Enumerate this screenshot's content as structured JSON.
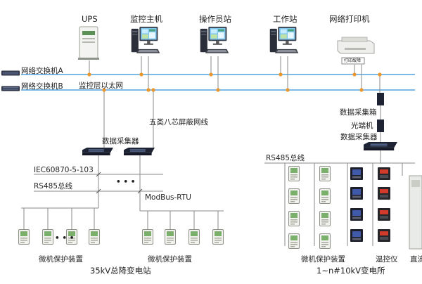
{
  "top_devices": {
    "ups": "UPS",
    "monitor_host": "监控主机",
    "operator_station": "操作员站",
    "workstation": "工作站",
    "network_printer": "网络打印机",
    "printer_sticker": "打印故障"
  },
  "network": {
    "switch_a": "网络交换机A",
    "switch_b": "网络交换机B",
    "ethernet": "监控层以太网",
    "cable": "五类八芯屏蔽网线"
  },
  "left_substation": {
    "collector": "数据采集器",
    "protocol_iec": "IEC60870-5-103",
    "rs485": "RS485总线",
    "modbus": "ModBus-RTU",
    "ellipsis_mid": "• • •",
    "ellipsis_dev": "• • •",
    "protection_a": "微机保护装置",
    "protection_b": "微机保护装置",
    "title": "35kV总降变电站"
  },
  "right_substation": {
    "collection_box": "数据采集箱",
    "optical": "光端机",
    "collector": "数据采集器",
    "rs485": "RS485总线",
    "protection": "微机保护装置",
    "temp_ctrl": "温控仪",
    "direct": "直流",
    "title": "1~n#10kV变电所"
  },
  "colors": {
    "line_blue": "#2e8fd6",
    "node_orange": "#e8962e",
    "wire_gray": "#8a8a8a",
    "device_dark": "#1e2433"
  }
}
